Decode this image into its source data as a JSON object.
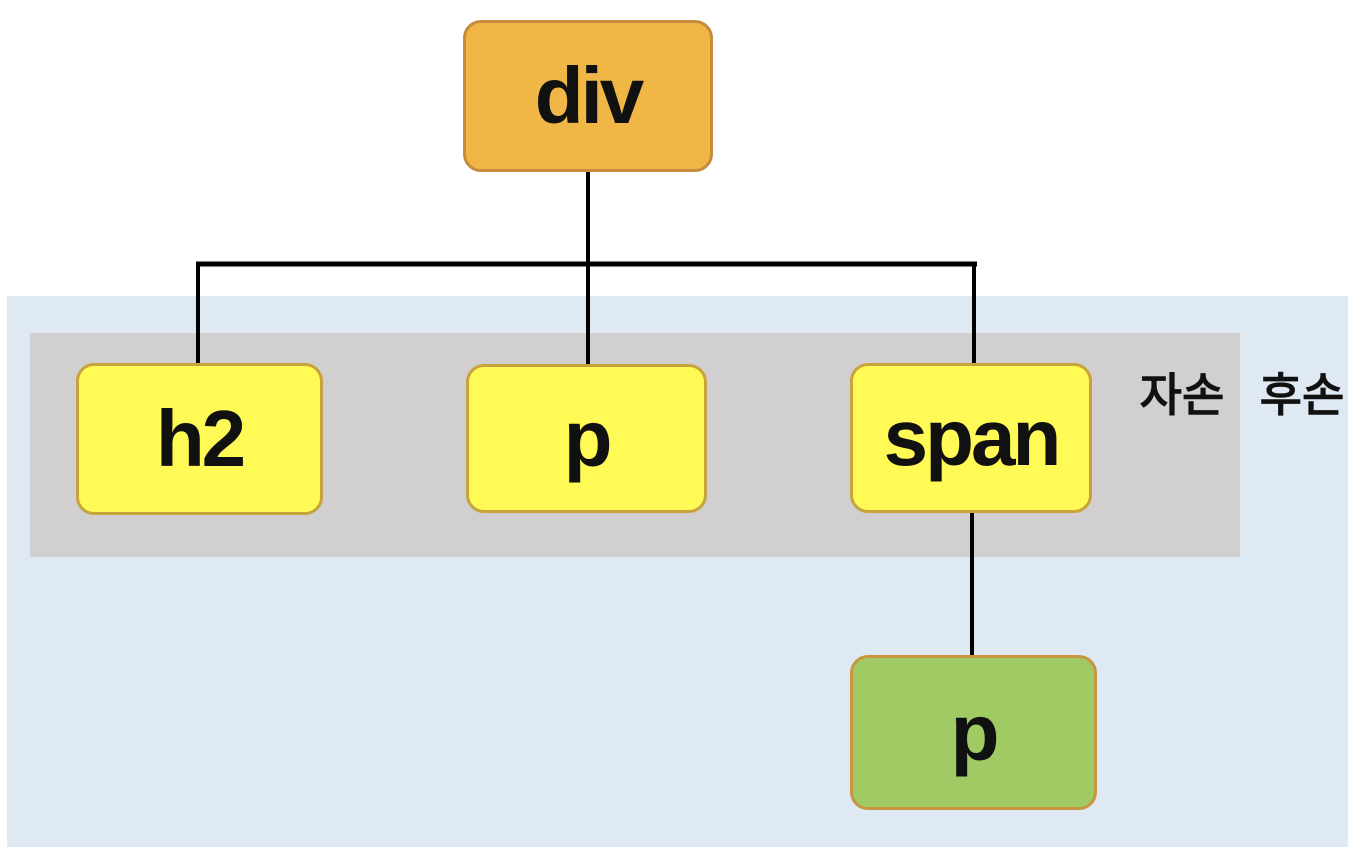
{
  "diagram": {
    "type": "dom-tree",
    "nodes": {
      "root": {
        "label": "div"
      },
      "child1": {
        "label": "h2"
      },
      "child2": {
        "label": "p"
      },
      "child3": {
        "label": "span"
      },
      "grandchild": {
        "label": "p"
      }
    },
    "edges": [
      {
        "from": "div",
        "to": "h2"
      },
      {
        "from": "div",
        "to": "p"
      },
      {
        "from": "div",
        "to": "span"
      },
      {
        "from": "span",
        "to": "p"
      }
    ],
    "annotations": {
      "children_label": "자손",
      "descendants_label": "후손"
    },
    "colors": {
      "root_fill": "#F0B747",
      "root_border": "#C78C3B",
      "child_fill": "#FFFA55",
      "child_border": "#C7A43B",
      "grandchild_fill": "#A0CA64",
      "grandchild_border": "#C9963F",
      "children_band": "#D1CFCF",
      "descendants_band": "#DFE9F4",
      "connector": "#000000",
      "background": "#FFFFFF"
    }
  }
}
